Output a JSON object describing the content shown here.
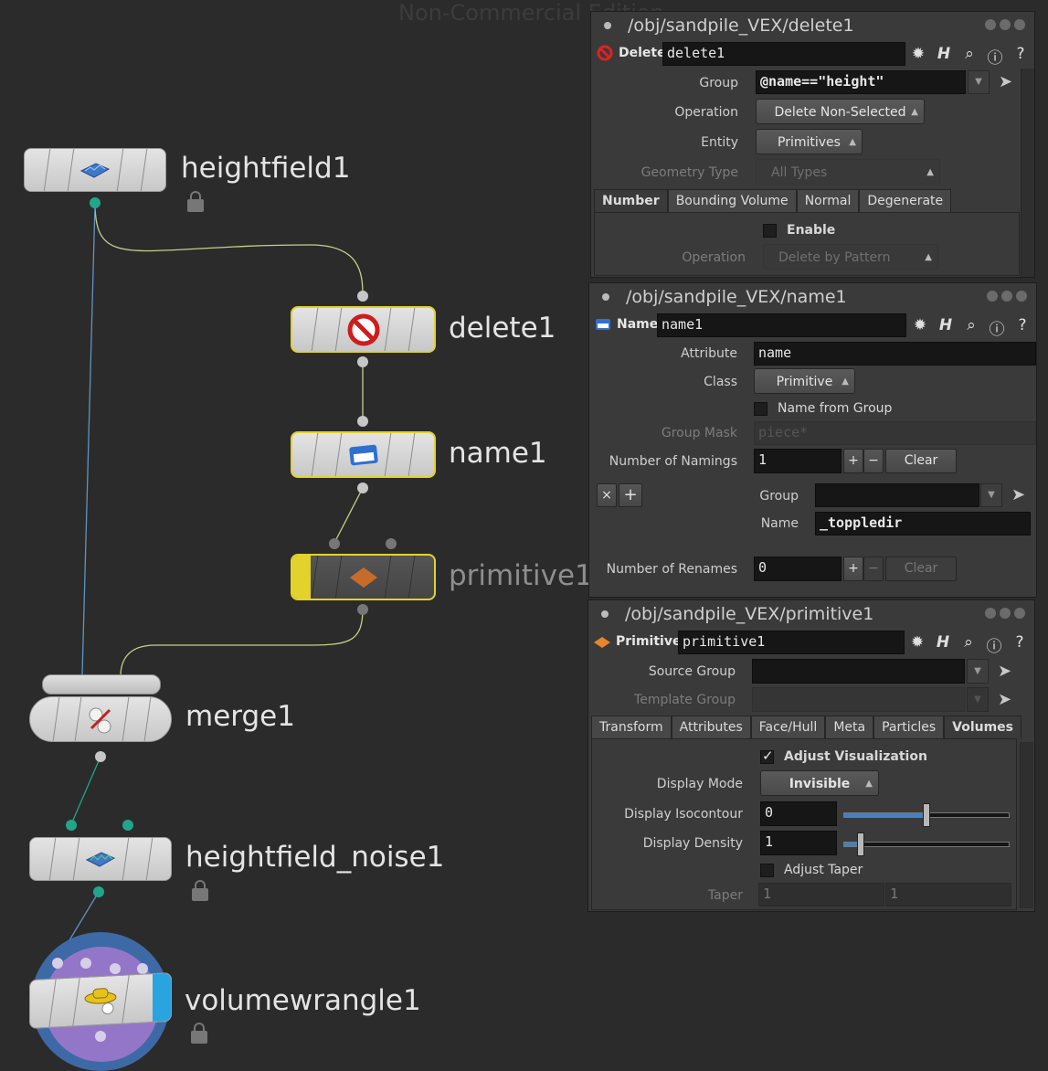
{
  "watermark": "Non-Commercial Edition",
  "network": {
    "nodes": {
      "heightfield1": "heightfield1",
      "delete1": "delete1",
      "name1": "name1",
      "primitive1": "primitive1",
      "merge1": "merge1",
      "heightfield_noise1": "heightfield_noise1",
      "volumewrangle1": "volumewrangle1"
    }
  },
  "delete_panel": {
    "path": "/obj/sandpile_VEX/delete1",
    "type_label": "Delete",
    "node_name": "delete1",
    "group_label": "Group",
    "group_value": "@name==\"height\"",
    "operation_label": "Operation",
    "operation_value": "Delete Non-Selected",
    "entity_label": "Entity",
    "entity_value": "Primitives",
    "geotype_label": "Geometry Type",
    "geotype_value": "All Types",
    "tabs": [
      "Number",
      "Bounding Volume",
      "Normal",
      "Degenerate"
    ],
    "enable_label": "Enable",
    "op2_label": "Operation",
    "op2_value": "Delete by Pattern"
  },
  "name_panel": {
    "path": "/obj/sandpile_VEX/name1",
    "type_label": "Name",
    "node_name": "name1",
    "attribute_label": "Attribute",
    "attribute_value": "name",
    "class_label": "Class",
    "class_value": "Primitive",
    "name_from_group_label": "Name from Group",
    "group_mask_label": "Group Mask",
    "group_mask_value": "piece*",
    "num_namings_label": "Number of Namings",
    "num_namings_value": "1",
    "clear_label": "Clear",
    "x_label": "×",
    "plus_label": "+",
    "minus_label": "−",
    "group_label": "Group",
    "group_value": "",
    "name_label": "Name",
    "name_value": "_toppledir",
    "num_renames_label": "Number of Renames",
    "num_renames_value": "0",
    "clear2_label": "Clear"
  },
  "primitive_panel": {
    "path": "/obj/sandpile_VEX/primitive1",
    "type_label": "Primitive",
    "node_name": "primitive1",
    "source_group_label": "Source Group",
    "template_group_label": "Template Group",
    "tabs": [
      "Transform",
      "Attributes",
      "Face/Hull",
      "Meta",
      "Particles",
      "Volumes"
    ],
    "adjust_vis_label": "Adjust Visualization",
    "display_mode_label": "Display Mode",
    "display_mode_value": "Invisible",
    "display_iso_label": "Display Isocontour",
    "display_iso_value": "0",
    "display_density_label": "Display Density",
    "display_density_value": "1",
    "adjust_taper_label": "Adjust Taper",
    "taper_label": "Taper",
    "taper_x": "1",
    "taper_y": "1"
  },
  "colors": {
    "background": "#2b2b2b",
    "selection": "#e3d22c",
    "wire_teal": "#22a58a",
    "wire_yellow": "#c6cf85",
    "wire_blue": "#5f94bf"
  }
}
